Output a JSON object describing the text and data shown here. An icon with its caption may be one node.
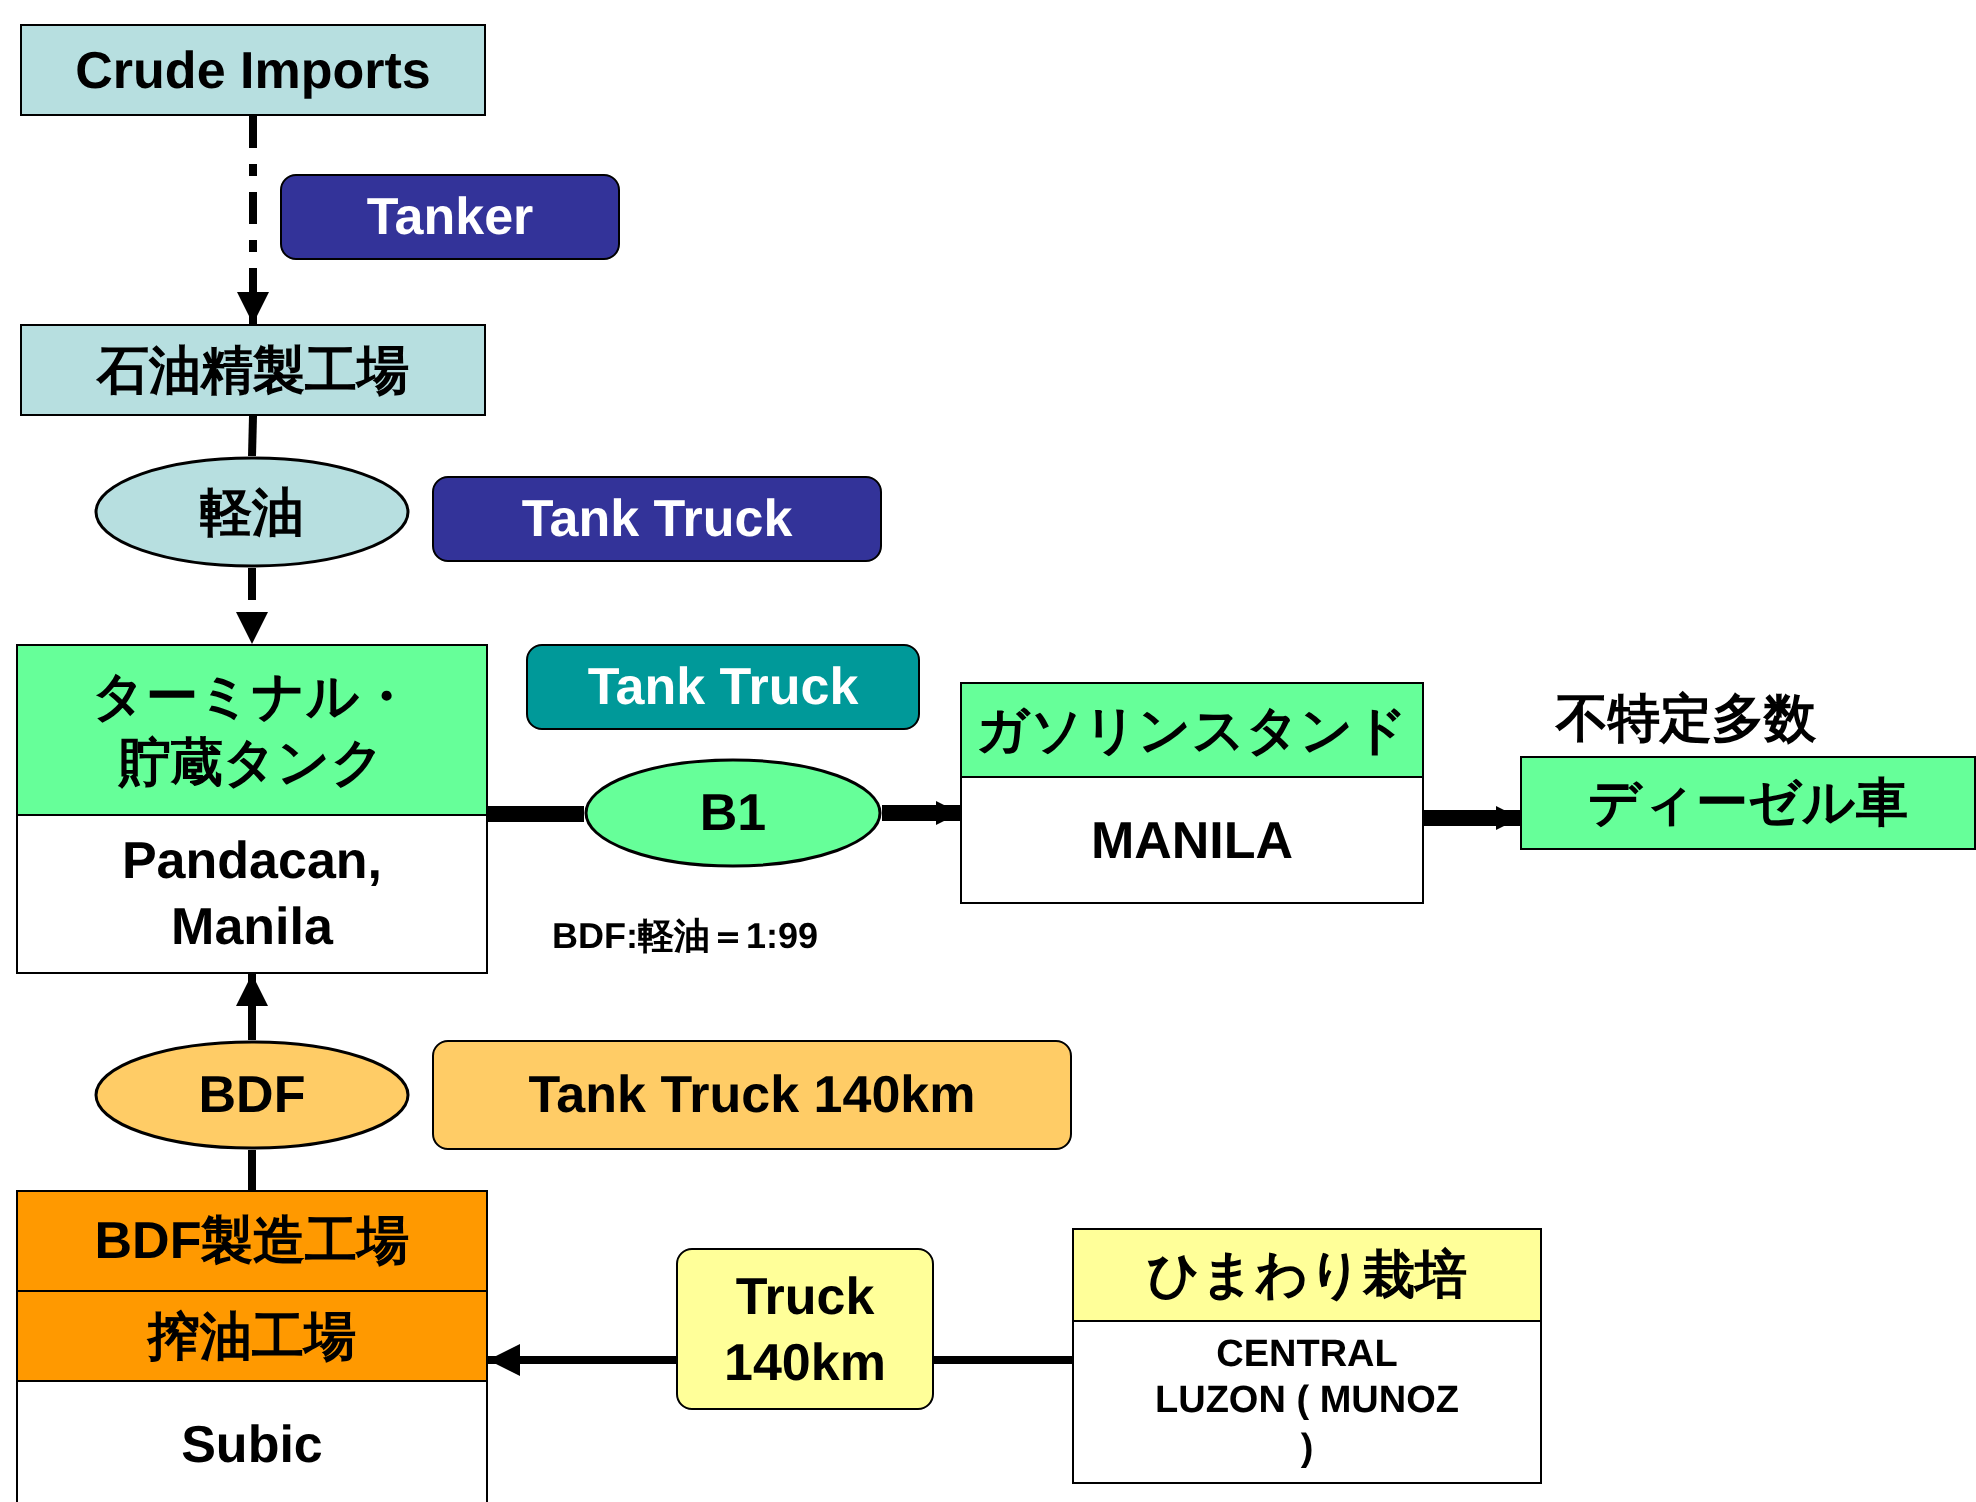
{
  "diagram": {
    "nodes": [
      {
        "text": [
          "Crude Imports"
        ]
      },
      {
        "text": [
          "Tanker"
        ]
      },
      {
        "text": [
          "石油精製工場"
        ]
      },
      {
        "text": [
          "軽油"
        ]
      },
      {
        "text": [
          "Tank Truck"
        ]
      },
      {
        "text": [
          "ターミナル・貯蔵タンク",
          "Pandacan, Manila"
        ]
      },
      {
        "text": [
          "Tank Truck"
        ]
      },
      {
        "text": [
          "B1"
        ]
      },
      {
        "text": [
          "ガソリンスタンド",
          "MANILA"
        ]
      },
      {
        "text": [
          "ディーゼル車"
        ],
        "beside": [
          "不特定多数"
        ]
      },
      {
        "text": [
          "BDF"
        ]
      },
      {
        "text": [
          "Tank Truck  140km"
        ]
      },
      {
        "text": [
          "BDF製造工場",
          "搾油工場",
          "Subic"
        ]
      },
      {
        "text": [
          "Truck 140km"
        ]
      },
      {
        "text": [
          "ひまわり栽培",
          "CENTRAL LUZON ( MUNOZ )"
        ]
      }
    ],
    "edges": [
      {
        "from": 0,
        "to": 2,
        "arrow": "to",
        "style": "dashed"
      },
      {
        "from": 2,
        "to": 3,
        "arrow": "none"
      },
      {
        "from": 3,
        "to": 5,
        "arrow": "to",
        "style": "dashed"
      },
      {
        "from": 5,
        "to": 7,
        "arrow": "none",
        "style": "thick"
      },
      {
        "from": 7,
        "to": 8,
        "arrow": "to",
        "style": "thick"
      },
      {
        "from": 8,
        "to": 9,
        "arrow": "to",
        "style": "thick"
      },
      {
        "from": 12,
        "to": 10,
        "arrow": "none"
      },
      {
        "from": 10,
        "to": 5,
        "arrow": "to"
      },
      {
        "from": 14,
        "to": 13,
        "arrow": "none"
      },
      {
        "from": 13,
        "to": 12,
        "arrow": "to"
      }
    ],
    "labels": [
      "BDF:軽油＝1:99"
    ]
  }
}
